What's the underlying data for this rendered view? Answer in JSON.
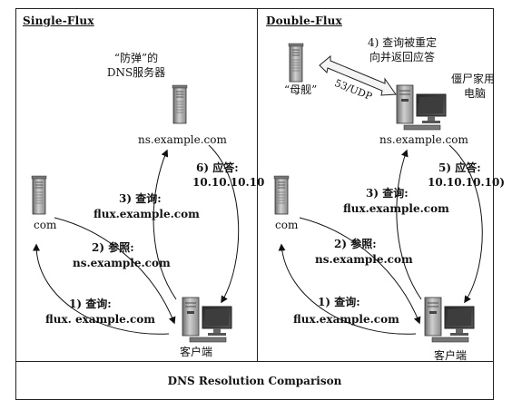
{
  "caption": "DNS Resolution Comparison",
  "left": {
    "title": "Single-Flux",
    "bulletproof_label_line1": "“防弹”的",
    "bulletproof_label_line2": "DNS服务器",
    "ns_host": "ns.example.com",
    "com_label": "com",
    "client_label": "客户端",
    "step1_label": "1) 查询:",
    "step1_value": "flux. example.com",
    "step2_label": "2) 参照:",
    "step2_value": "ns.example.com",
    "step3_label": "3) 查询:",
    "step3_value": "flux.example.com",
    "step6_label": "6) 应答:",
    "step6_value": "10.10.10.10"
  },
  "right": {
    "title": "Double-Flux",
    "mothership_label": "“母舰”",
    "step4_line1": "4) 查询被重定",
    "step4_line2": "向并返回应答",
    "protocol_label": "53/UDP",
    "zombie_line1": "僵尸家用",
    "zombie_line2": "电脑",
    "ns_host": "ns.example.com",
    "com_label": "com",
    "client_label": "客户端",
    "step1_label": "1) 查询:",
    "step1_value": "flux.example.com",
    "step2_label": "2) 参照:",
    "step2_value": "ns.example.com",
    "step3_label": "3) 查询:",
    "step3_value": "flux.example.com",
    "step5_label": "5) 应答:",
    "step5_value": "10.10.10.10)"
  }
}
